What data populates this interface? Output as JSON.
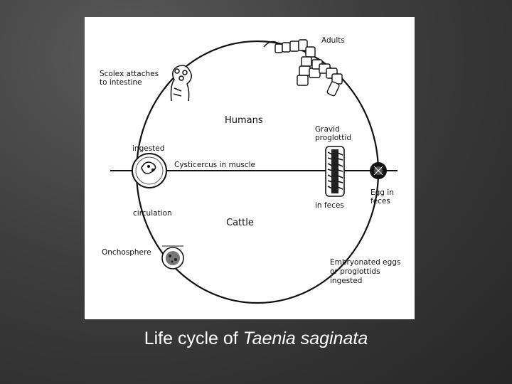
{
  "diagram": {
    "labels": {
      "adults": "Adults",
      "scolex_line1": "Scolex attaches",
      "scolex_line2": "to intestine",
      "humans": "Humans",
      "gravid_line1": "Gravid",
      "gravid_line2": "proglottid",
      "ingested": "ingested",
      "cysticercus": "Cysticercus in muscle",
      "egg_line1": "Egg in",
      "egg_line2": "feces",
      "in_feces": "in feces",
      "circulation": "circulation",
      "cattle": "Cattle",
      "onchosphere": "Onchosphere",
      "embryonated_line1": "Embryonated eggs",
      "embryonated_line2": "or proglottids",
      "embryonated_line3": "ingested"
    }
  },
  "caption": {
    "prefix": "Life cycle of ",
    "species": "Taenia saginata"
  }
}
